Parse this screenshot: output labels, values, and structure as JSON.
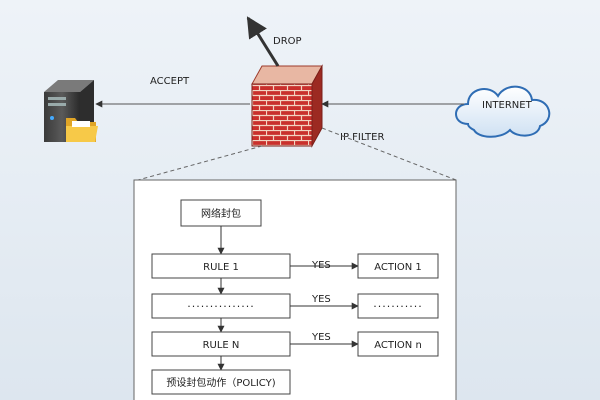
{
  "labels": {
    "drop": "DROP",
    "accept": "ACCEPT",
    "internet": "INTERNET",
    "ip_filter": "IP FILTER"
  },
  "flow": {
    "packet": "网络封包",
    "rule1": "RULE 1",
    "dots_rule": "...............",
    "ruleN": "RULE N",
    "policy": "预设封包动作（POLICY)",
    "yes1": "YES",
    "yes2": "YES",
    "yes3": "YES",
    "action1": "ACTION 1",
    "dots_action": "...........",
    "actionN": "ACTION n"
  },
  "icons": {
    "server": "server-icon",
    "folder": "folder-icon",
    "firewall": "firewall-icon",
    "cloud": "cloud-icon"
  }
}
